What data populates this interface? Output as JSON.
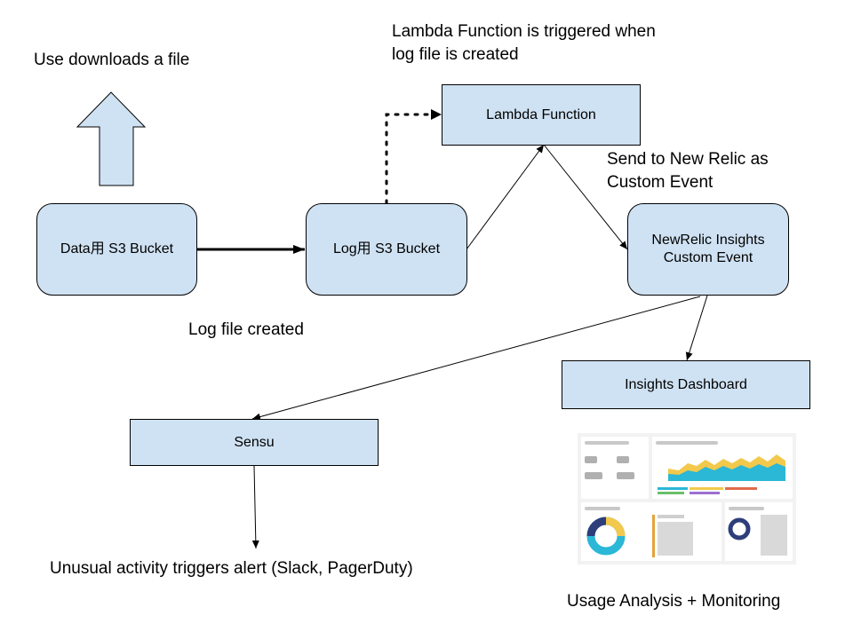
{
  "nodes": {
    "data_bucket": "Data用 S3 Bucket",
    "log_bucket": "Log用 S3 Bucket",
    "lambda": "Lambda Function",
    "newrelic": [
      "NewRelic Insights",
      "Custom Event"
    ],
    "insights_dashboard": "Insights Dashboard",
    "sensu": "Sensu"
  },
  "annotations": {
    "user_download": "Use downloads a file",
    "lambda_trigger": [
      "Lambda Function is triggered when",
      "log file is created"
    ],
    "send_newrelic": [
      "Send to New Relic as",
      "Custom Event"
    ],
    "log_created": "Log file created",
    "alert": "Unusual activity triggers alert (Slack, PagerDuty)",
    "usage": "Usage Analysis + Monitoring"
  },
  "colors": {
    "box_fill": "#cfe2f3",
    "stroke": "#000000",
    "dash_cyan": "#2bb7d6",
    "dash_yellow": "#f2c94c",
    "dash_navy": "#2d3e7a"
  },
  "icons": {
    "upload_arrow": "up-arrow-icon",
    "dashboard": "dashboard-screenshot-icon"
  }
}
